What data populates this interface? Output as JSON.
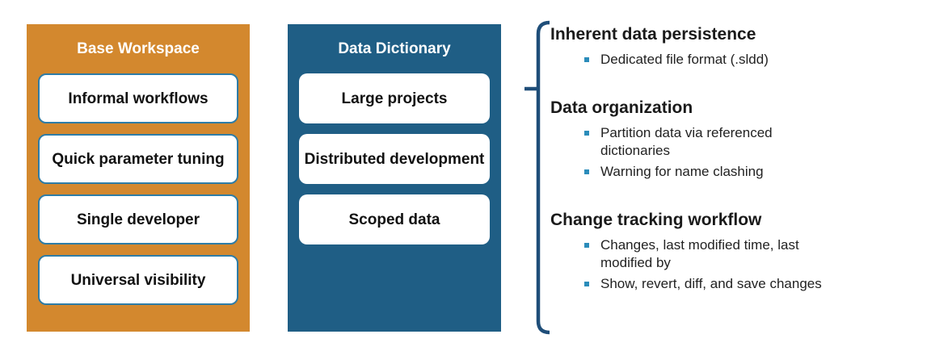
{
  "colors": {
    "orange_panel": "#D3882E",
    "blue_panel": "#1F5E85",
    "card_border": "#2E7CA6",
    "bullet_square": "#2B8CBA",
    "bracket": "#1F4E79"
  },
  "left_panel": {
    "title": "Base Workspace",
    "items": [
      "Informal workflows",
      "Quick parameter tuning",
      "Single developer",
      "Universal visibility"
    ]
  },
  "middle_panel": {
    "title": "Data Dictionary",
    "items": [
      "Large projects",
      "Distributed development",
      "Scoped data"
    ]
  },
  "right_sections": [
    {
      "heading": "Inherent data persistence",
      "bullets": [
        "Dedicated file format (.sldd)"
      ]
    },
    {
      "heading": "Data organization",
      "bullets": [
        "Partition data via referenced dictionaries",
        "Warning for name clashing"
      ]
    },
    {
      "heading": "Change tracking workflow",
      "bullets": [
        "Changes, last modified time, last modified by",
        "Show, revert, diff, and save changes"
      ]
    }
  ]
}
